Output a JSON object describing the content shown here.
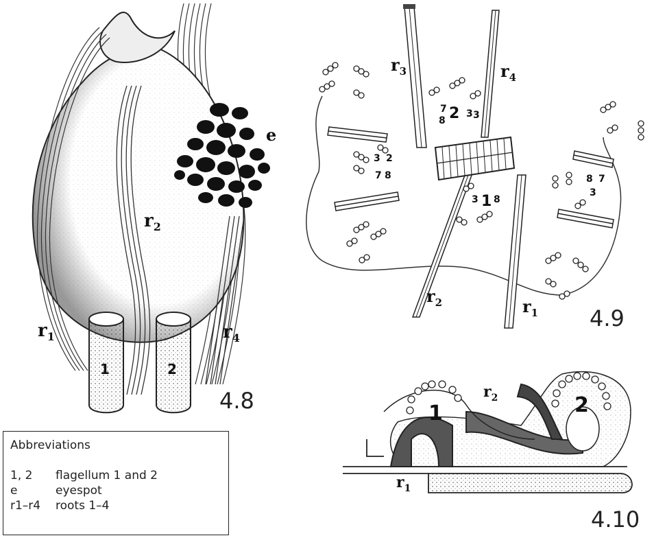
{
  "fig48": {
    "number": "4.8",
    "labels": {
      "e": "e",
      "r1": "r",
      "r1_sub": "1",
      "r2": "r",
      "r2_sub": "2",
      "r4": "r",
      "r4_sub": "4",
      "flag1": "1",
      "flag2": "2"
    }
  },
  "fig49": {
    "number": "4.9",
    "labels": {
      "r1": "r",
      "r1_sub": "1",
      "r2": "r",
      "r2_sub": "2",
      "r3": "r",
      "r3_sub": "3",
      "r4": "r",
      "r4_sub": "4",
      "b1": "1",
      "b2": "2",
      "n_top": [
        "7",
        "3",
        "8",
        "3"
      ],
      "n_left": [
        "3",
        "2",
        "7",
        "8"
      ],
      "n_mid": [
        "3",
        "8"
      ],
      "n_right": [
        "8",
        "7",
        "3"
      ]
    }
  },
  "fig410": {
    "number": "4.10",
    "labels": {
      "b1": "1",
      "b2": "2",
      "r1": "r",
      "r1_sub": "1",
      "r2": "r",
      "r2_sub": "2"
    }
  },
  "abbreviations": {
    "title": "Abbreviations",
    "rows": [
      {
        "key": "1, 2",
        "value": "flagellum 1 and 2"
      },
      {
        "key": "e",
        "value": "eyespot"
      },
      {
        "key": "r1–r4",
        "value": "roots 1–4"
      }
    ]
  }
}
